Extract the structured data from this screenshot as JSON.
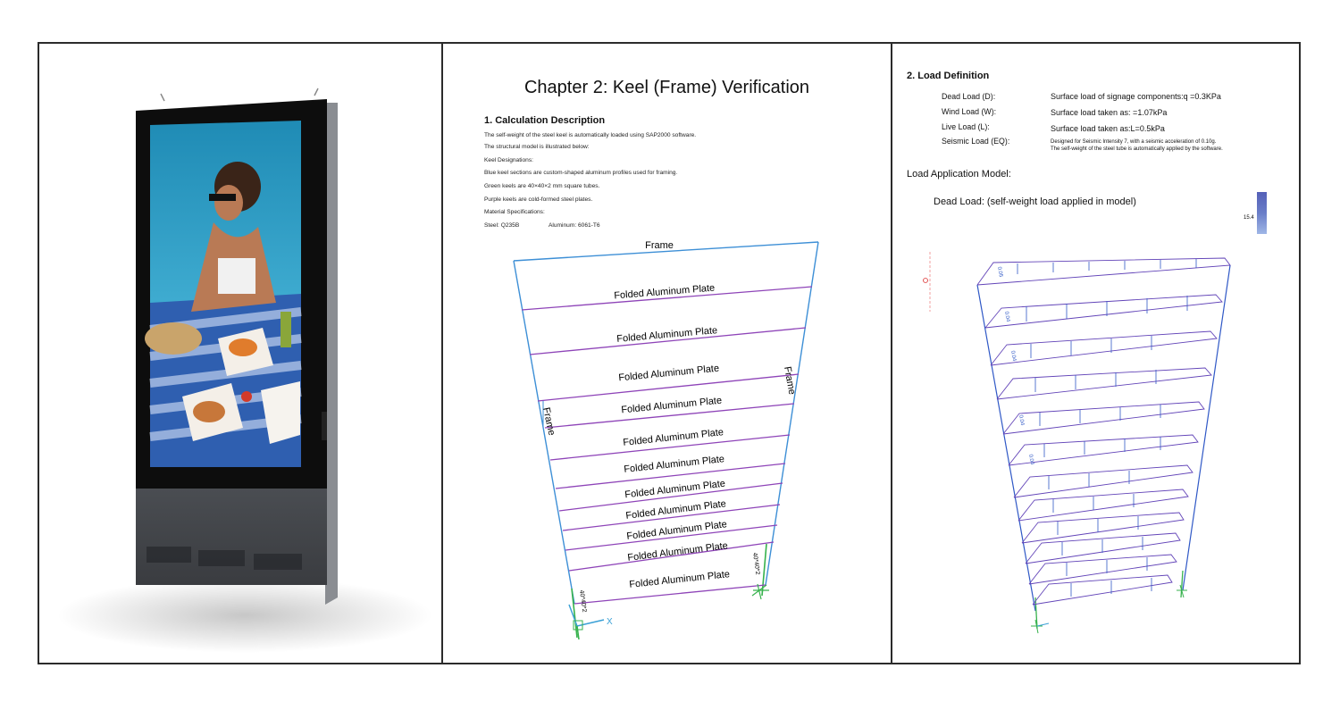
{
  "chapter": {
    "title": "Chapter 2: Keel (Frame) Verification",
    "calc_title": "1. Calculation Description",
    "lines": [
      "The self-weight of the steel keel is automatically loaded using SAP2000 software.",
      "The structural model is illustrated below:",
      "Keel Designations:",
      "Blue keel sections are custom-shaped aluminum profiles used for framing.",
      "Green keels are 40×40×2 mm square tubes.",
      "Purple keels are cold-formed steel plates.",
      "Material Specifications:"
    ],
    "steel": "Steel: Q235B",
    "aluminum": "Aluminum: 6061-T6"
  },
  "frame_model": {
    "top_label": "Frame",
    "left_label": "Frame",
    "right_label": "Frame",
    "plate_label": "Folded Aluminum Plate",
    "tube_label": "40*40*2",
    "axis_x": "X",
    "colors": {
      "frame": "#3d8fd6",
      "plate": "#8e44b8",
      "tube": "#37b24d"
    }
  },
  "load": {
    "title": "2. Load Definition",
    "rows": [
      {
        "label": "Dead Load (D):",
        "value": "Surface load of signage components:q =0.3KPa"
      },
      {
        "label": "Wind Load (W):",
        "value": "Surface load taken as: =1.07kPa"
      },
      {
        "label": "Live Load (L):",
        "value": "Surface load taken as:L=0.5kPa"
      },
      {
        "label": "Seismic Load (EQ):",
        "value": "Designed for Seismic Intensity 7, with a seismic acceleration of 0.10g."
      }
    ],
    "seismic_note": "The self-weight of the steel tube is automatically applied by the software.",
    "model_title": "Load Application Model:",
    "dead_load_title": "Dead Load: (self-weight load applied in model)",
    "legend_value": "15.4",
    "load_value_labels": [
      "0.05",
      "0.04",
      "0.04",
      "0.04",
      "0.04"
    ]
  }
}
